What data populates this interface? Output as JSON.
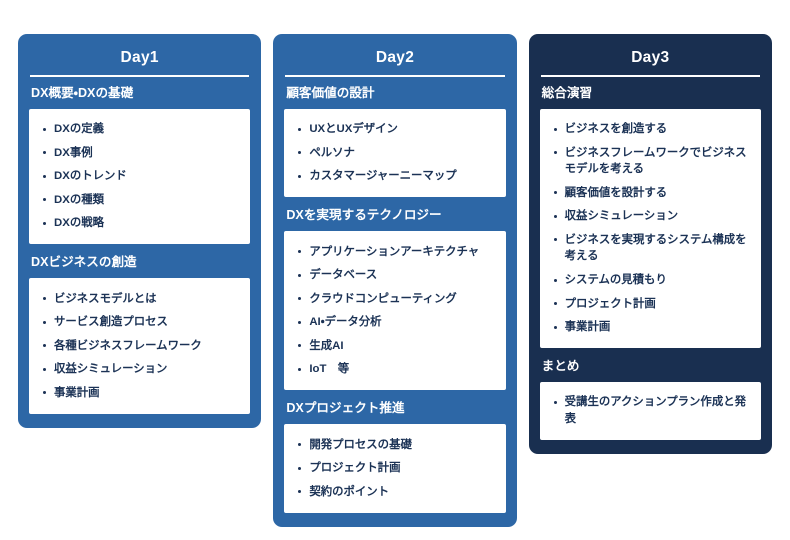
{
  "board": {
    "background_color": "#ffffff",
    "columns": [
      {
        "id": "day1",
        "title": "Day1",
        "theme": "blue",
        "header_color": "#2d67a6",
        "sections": [
          {
            "heading": "DX概要・DXの基礎",
            "items": [
              "DXの定義",
              "DX事例",
              "DXのトレンド",
              "DXの種類",
              "DXの戦略"
            ]
          },
          {
            "heading": "DXビジネスの創造",
            "items": [
              "ビジネスモデルとは",
              "サービス創造プロセス",
              "各種ビジネスフレームワーク",
              "収益シミュレーション",
              "事業計画"
            ]
          }
        ]
      },
      {
        "id": "day2",
        "title": "Day2",
        "theme": "blue",
        "header_color": "#2d67a6",
        "sections": [
          {
            "heading": "顧客価値の設計",
            "items": [
              "UXとUXデザイン",
              "ペルソナ",
              "カスタマージャーニーマップ"
            ]
          },
          {
            "heading": "DXを実現するテクノロジー",
            "items": [
              "アプリケーションアーキテクチャ",
              "データベース",
              "クラウドコンピューティング",
              "AI・データ分析",
              "生成AI",
              "IoT　等"
            ]
          },
          {
            "heading": "DXプロジェクト推進",
            "items": [
              "開発プロセスの基礎",
              "プロジェクト計画",
              "契約のポイント"
            ]
          }
        ]
      },
      {
        "id": "day3",
        "title": "Day3",
        "theme": "navy",
        "header_color": "#192f50",
        "sections": [
          {
            "heading": "総合演習",
            "items": [
              "ビジネスを創造する",
              "ビジネスフレームワークでビジネスモデルを考える",
              "顧客価値を設計する",
              "収益シミュレーション",
              "ビジネスを実現するシステム構成を考える",
              "システムの見積もり",
              "プロジェクト計画",
              "事業計画"
            ]
          },
          {
            "heading": "まとめ",
            "items": [
              "受講生のアクションプラン作成と発表"
            ]
          }
        ]
      }
    ]
  }
}
